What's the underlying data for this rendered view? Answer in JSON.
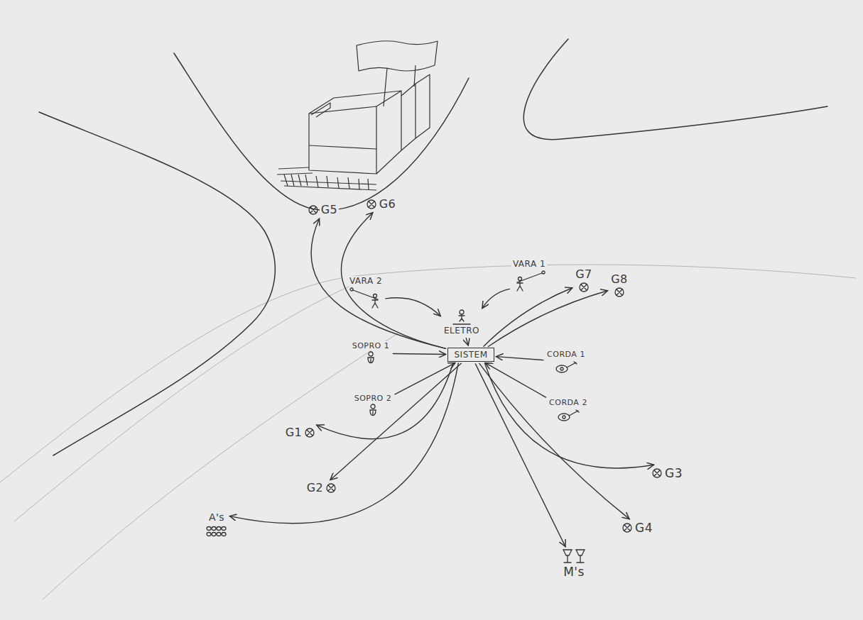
{
  "diagram": {
    "nodes": [
      {
        "text": [
          "G5"
        ]
      },
      {
        "text": [
          "G6"
        ]
      },
      {
        "text": [
          "VARA 2"
        ]
      },
      {
        "text": [
          "VARA 1"
        ]
      },
      {
        "text": [
          "ELETRO"
        ]
      },
      {
        "text": [
          "SISTEM"
        ]
      },
      {
        "text": [
          "SOPRO 1"
        ]
      },
      {
        "text": [
          "SOPRO 2"
        ]
      },
      {
        "text": [
          "CORDA 1"
        ]
      },
      {
        "text": [
          "CORDA 2"
        ]
      },
      {
        "text": [
          "G7"
        ]
      },
      {
        "text": [
          "G8"
        ]
      },
      {
        "text": [
          "G1"
        ]
      },
      {
        "text": [
          "G2"
        ]
      },
      {
        "text": [
          "A's"
        ]
      },
      {
        "text": [
          "M's"
        ]
      },
      {
        "text": [
          "G3"
        ]
      },
      {
        "text": [
          "G4"
        ]
      }
    ],
    "edges": [
      {
        "from": 2,
        "to": 4,
        "arrow": "to"
      },
      {
        "from": 3,
        "to": 4,
        "arrow": "to"
      },
      {
        "from": 4,
        "to": 5,
        "arrow": "to"
      },
      {
        "from": 6,
        "to": 5,
        "arrow": "to"
      },
      {
        "from": 7,
        "to": 5,
        "arrow": "to"
      },
      {
        "from": 8,
        "to": 5,
        "arrow": "to"
      },
      {
        "from": 9,
        "to": 5,
        "arrow": "to"
      },
      {
        "from": 5,
        "to": 10,
        "arrow": "to"
      },
      {
        "from": 5,
        "to": 11,
        "arrow": "to"
      },
      {
        "from": 5,
        "to": 0,
        "arrow": "to"
      },
      {
        "from": 5,
        "to": 1,
        "arrow": "to"
      },
      {
        "from": 5,
        "to": 12,
        "arrow": "to"
      },
      {
        "from": 5,
        "to": 13,
        "arrow": "to"
      },
      {
        "from": 5,
        "to": 14,
        "arrow": "to"
      },
      {
        "from": 5,
        "to": 15,
        "arrow": "to"
      },
      {
        "from": 5,
        "to": 16,
        "arrow": "to"
      },
      {
        "from": 5,
        "to": 17,
        "arrow": "to"
      }
    ]
  }
}
